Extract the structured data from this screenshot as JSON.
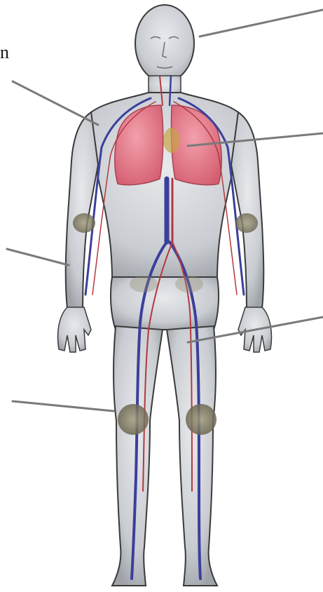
{
  "diagram": {
    "partial_label_glyph": "n",
    "colors": {
      "background": "#ffffff",
      "skin": "#cfd2d6",
      "outline": "#3a3a3a",
      "lung": "#e8798a",
      "vein": "#3b3f9a",
      "artery": "#b3393f",
      "joint": "#8f8a70",
      "leader_line": "#7a7a7a"
    },
    "leader_lines": [
      {
        "id": "head"
      },
      {
        "id": "shoulder"
      },
      {
        "id": "lungs"
      },
      {
        "id": "forearm"
      },
      {
        "id": "thigh"
      },
      {
        "id": "knee"
      }
    ]
  }
}
